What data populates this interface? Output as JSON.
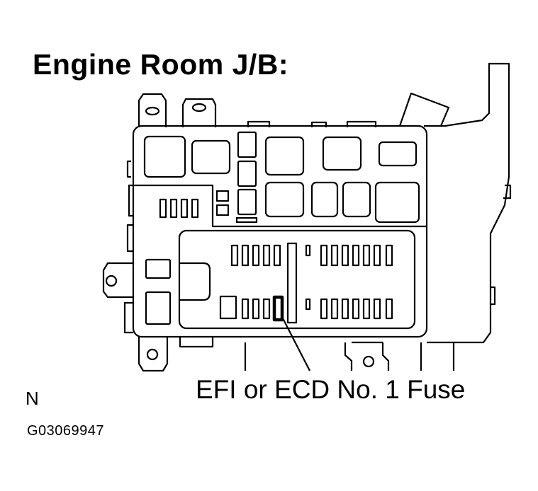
{
  "title": "Engine Room J/B:",
  "callout_label": "EFI or ECD No. 1 Fuse",
  "north_marker": "N",
  "figure_id": "G03069947"
}
